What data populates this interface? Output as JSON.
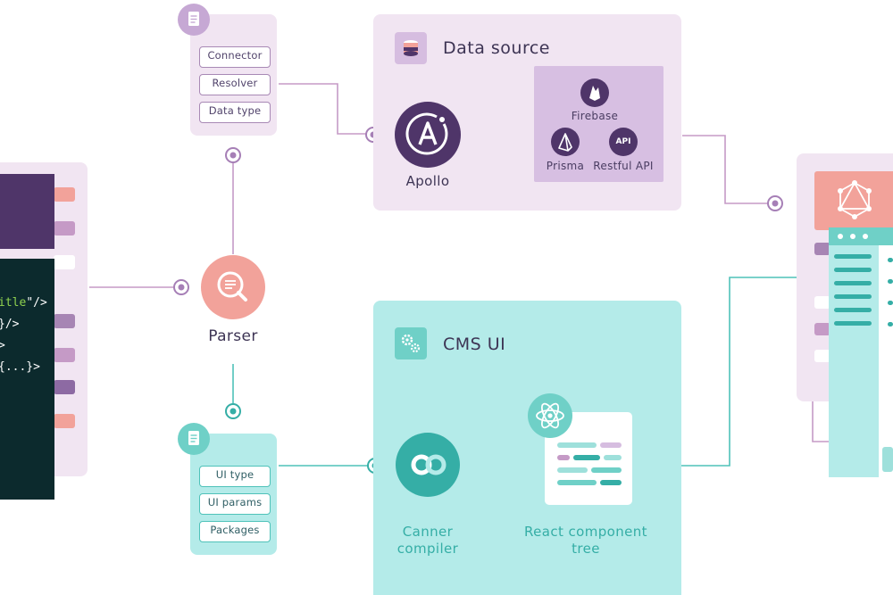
{
  "top_config": {
    "items": [
      "Connector",
      "Resolver",
      "Data type"
    ]
  },
  "data_source": {
    "title": "Data source",
    "apollo_label": "Apollo",
    "providers": {
      "firebase": "Firebase",
      "prisma": "Prisma",
      "restful": "Restful API",
      "api_badge": "API"
    }
  },
  "parser": {
    "label": "Parser"
  },
  "bottom_config": {
    "items": [
      "UI type",
      "UI params",
      "Packages"
    ]
  },
  "cms_ui": {
    "title": "CMS UI",
    "compiler_label": [
      "Canner",
      "compiler"
    ],
    "react_label": [
      "React component",
      "tree"
    ]
  },
  "code_panel": {
    "lines": [
      {
        "green": "itle",
        "rest": "\"/>"
      },
      {
        "green": "",
        "rest": "}/>"
      },
      {
        "green": "",
        "rest": ">"
      },
      {
        "green": "",
        "rest": "{...}>"
      }
    ]
  },
  "colors": {
    "lavender_panel": "#f1e5f2",
    "teal_panel": "#b4ebe9",
    "deep_purple": "#4f3569",
    "salmon": "#f2a29a",
    "teal_dark": "#35aea6",
    "code_bg": "#0c2a2d",
    "code_green": "#8fd14f"
  }
}
